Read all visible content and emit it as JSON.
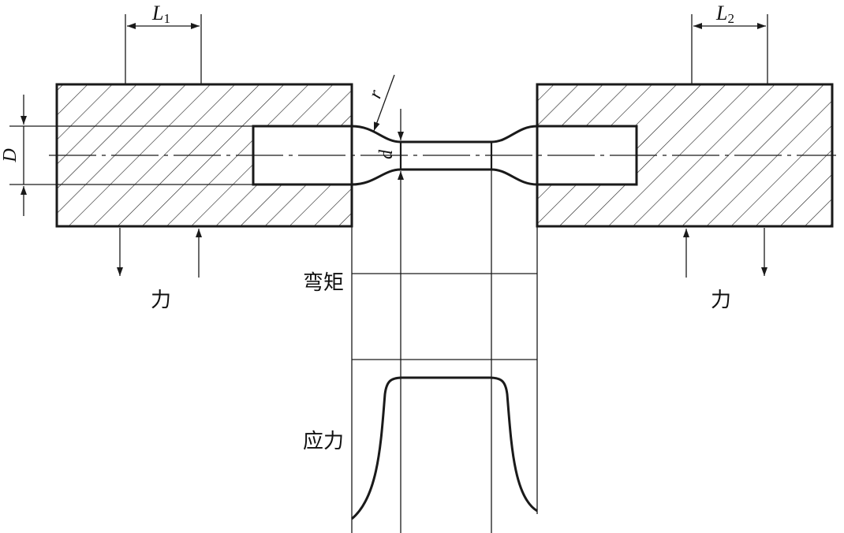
{
  "labels": {
    "L1_letter": "L",
    "L1_sub": "1",
    "L2_letter": "L",
    "L2_sub": "2",
    "D": "D",
    "d": "d",
    "r": "r",
    "force_left": "力",
    "force_right": "力",
    "moment": "弯矩",
    "stress": "应力"
  },
  "colors": {
    "ink": "#1a1a1a",
    "background": "#ffffff"
  }
}
